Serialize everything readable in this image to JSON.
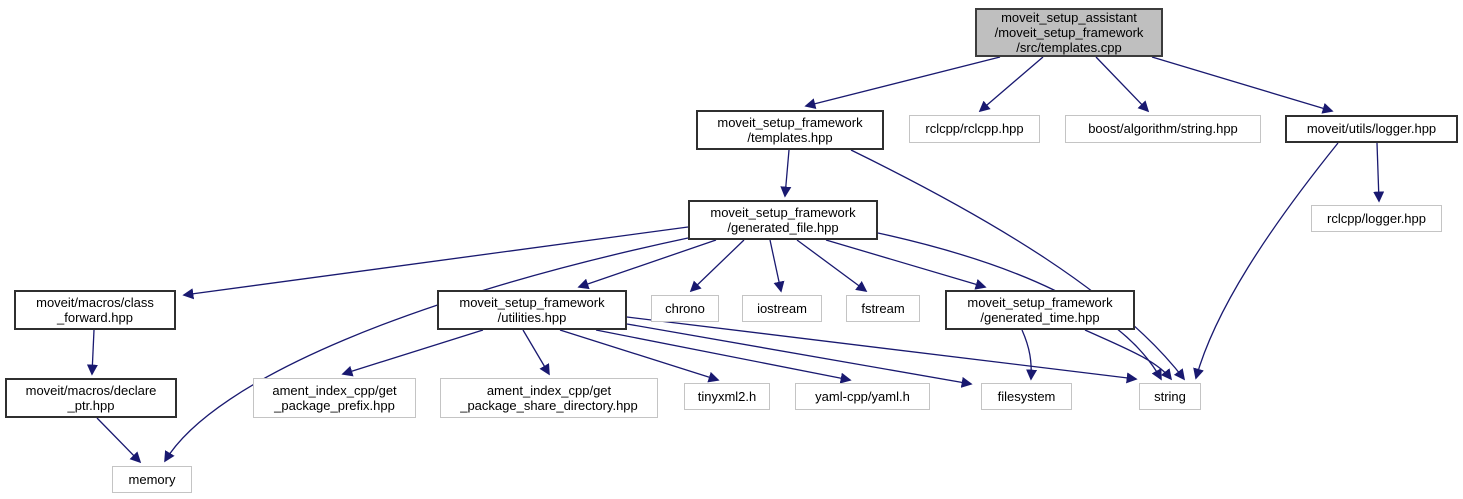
{
  "diagram": {
    "kind": "doxygen-include-dependency-graph",
    "edge_color": "#191970",
    "root_fill_color": "#bfbfbf",
    "nodes": {
      "templates_cpp": {
        "label": "moveit_setup_assistant\n/moveit_setup_framework\n/src/templates.cpp",
        "style": "root"
      },
      "templates_hpp": {
        "label": "moveit_setup_framework\n/templates.hpp",
        "style": "documented"
      },
      "rclcpp_rclcpp": {
        "label": "rclcpp/rclcpp.hpp",
        "style": "external"
      },
      "boost_string": {
        "label": "boost/algorithm/string.hpp",
        "style": "external"
      },
      "moveit_logger": {
        "label": "moveit/utils/logger.hpp",
        "style": "documented"
      },
      "generated_file": {
        "label": "moveit_setup_framework\n/generated_file.hpp",
        "style": "documented"
      },
      "rclcpp_logger": {
        "label": "rclcpp/logger.hpp",
        "style": "external"
      },
      "class_forward": {
        "label": "moveit/macros/class\n_forward.hpp",
        "style": "documented"
      },
      "utilities": {
        "label": "moveit_setup_framework\n/utilities.hpp",
        "style": "documented"
      },
      "chrono": {
        "label": "chrono",
        "style": "external"
      },
      "iostream": {
        "label": "iostream",
        "style": "external"
      },
      "fstream": {
        "label": "fstream",
        "style": "external"
      },
      "generated_time": {
        "label": "moveit_setup_framework\n/generated_time.hpp",
        "style": "documented"
      },
      "declare_ptr": {
        "label": "moveit/macros/declare\n_ptr.hpp",
        "style": "documented"
      },
      "pkg_prefix": {
        "label": "ament_index_cpp/get\n_package_prefix.hpp",
        "style": "external"
      },
      "pkg_share": {
        "label": "ament_index_cpp/get\n_package_share_directory.hpp",
        "style": "external"
      },
      "tinyxml2": {
        "label": "tinyxml2.h",
        "style": "external"
      },
      "yaml_cpp": {
        "label": "yaml-cpp/yaml.h",
        "style": "external"
      },
      "filesystem": {
        "label": "filesystem",
        "style": "external"
      },
      "string": {
        "label": "string",
        "style": "external"
      },
      "memory": {
        "label": "memory",
        "style": "external"
      }
    },
    "edges": [
      {
        "from": "templates_cpp",
        "to": "templates_hpp"
      },
      {
        "from": "templates_cpp",
        "to": "rclcpp_rclcpp"
      },
      {
        "from": "templates_cpp",
        "to": "boost_string"
      },
      {
        "from": "templates_cpp",
        "to": "moveit_logger"
      },
      {
        "from": "templates_hpp",
        "to": "generated_file"
      },
      {
        "from": "templates_hpp",
        "to": "string"
      },
      {
        "from": "moveit_logger",
        "to": "rclcpp_logger"
      },
      {
        "from": "moveit_logger",
        "to": "string"
      },
      {
        "from": "generated_file",
        "to": "class_forward"
      },
      {
        "from": "generated_file",
        "to": "memory"
      },
      {
        "from": "generated_file",
        "to": "utilities"
      },
      {
        "from": "generated_file",
        "to": "chrono"
      },
      {
        "from": "generated_file",
        "to": "iostream"
      },
      {
        "from": "generated_file",
        "to": "fstream"
      },
      {
        "from": "generated_file",
        "to": "generated_time"
      },
      {
        "from": "generated_file",
        "to": "string"
      },
      {
        "from": "class_forward",
        "to": "declare_ptr"
      },
      {
        "from": "declare_ptr",
        "to": "memory"
      },
      {
        "from": "utilities",
        "to": "pkg_prefix"
      },
      {
        "from": "utilities",
        "to": "pkg_share"
      },
      {
        "from": "utilities",
        "to": "tinyxml2"
      },
      {
        "from": "utilities",
        "to": "yaml_cpp"
      },
      {
        "from": "utilities",
        "to": "filesystem"
      },
      {
        "from": "utilities",
        "to": "string"
      },
      {
        "from": "generated_time",
        "to": "filesystem"
      },
      {
        "from": "generated_time",
        "to": "string"
      }
    ]
  }
}
